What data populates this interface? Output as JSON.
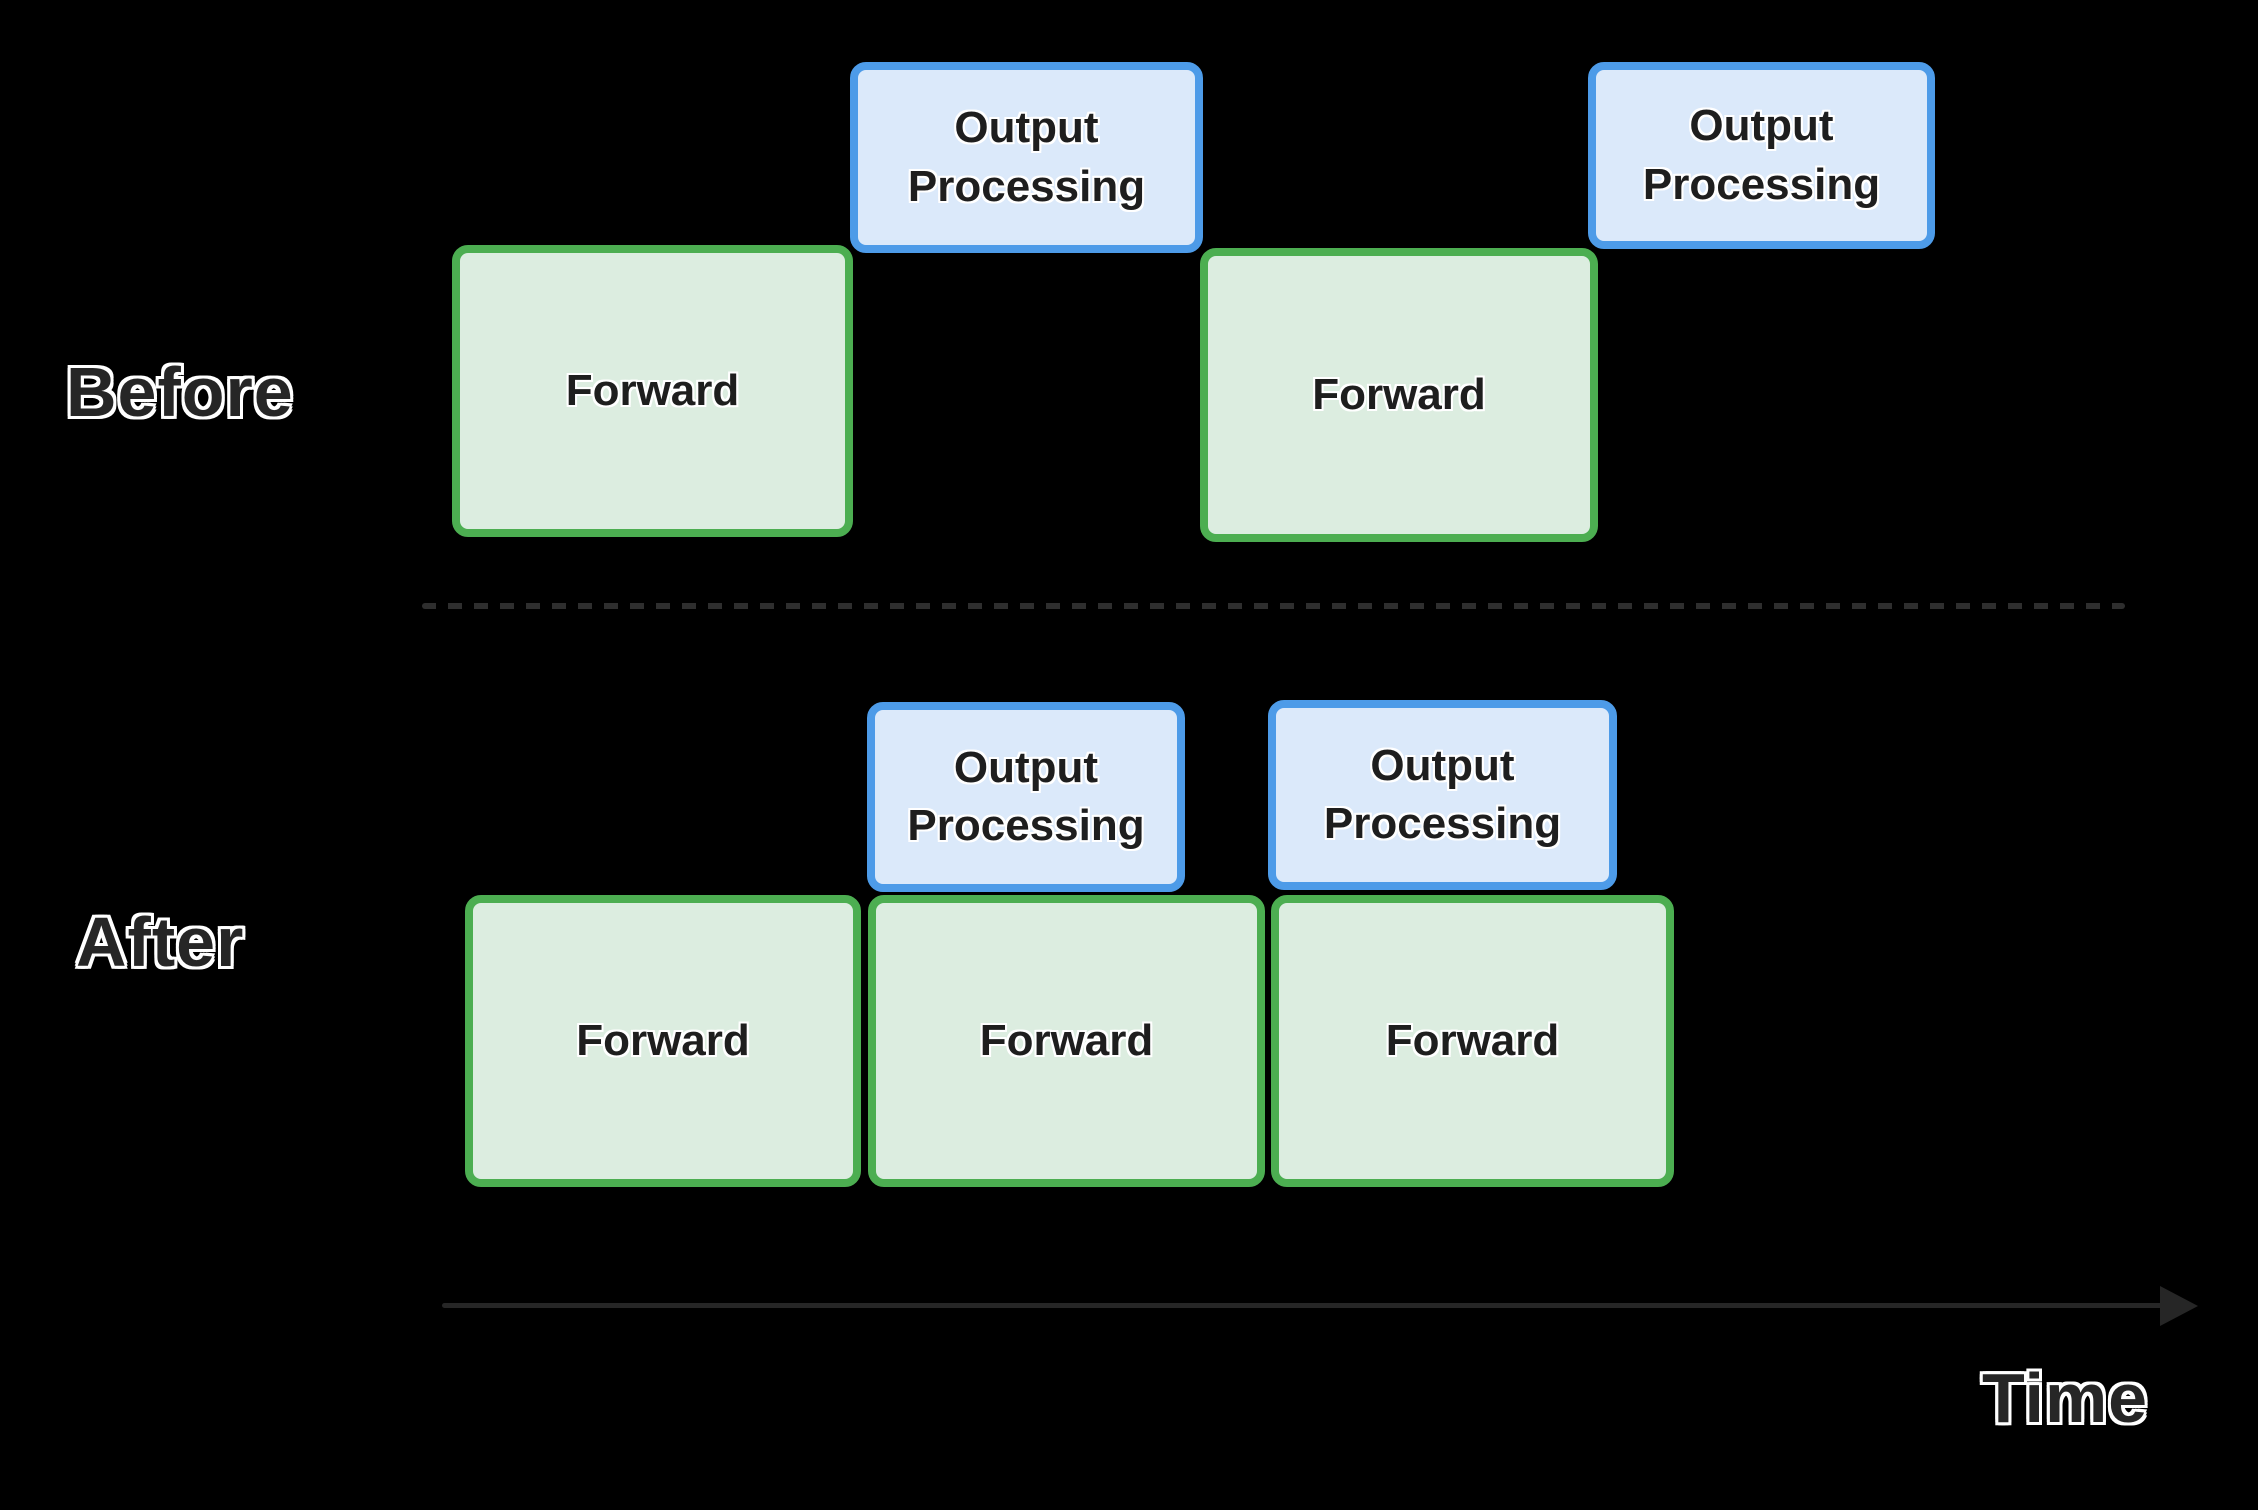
{
  "sections": {
    "before": {
      "label": "Before",
      "blocks": [
        {
          "type": "forward",
          "label": "Forward"
        },
        {
          "type": "output",
          "label": "Output Processing"
        },
        {
          "type": "forward",
          "label": "Forward"
        },
        {
          "type": "output",
          "label": "Output Processing"
        }
      ]
    },
    "after": {
      "label": "After",
      "blocks": [
        {
          "type": "output",
          "label": "Output Processing"
        },
        {
          "type": "output",
          "label": "Output Processing"
        },
        {
          "type": "forward",
          "label": "Forward"
        },
        {
          "type": "forward",
          "label": "Forward"
        },
        {
          "type": "forward",
          "label": "Forward"
        }
      ]
    }
  },
  "axis": {
    "label": "Time"
  },
  "colors": {
    "background": "#000000",
    "forward_fill": "#dcede0",
    "forward_border": "#4cae51",
    "output_fill": "#dbe9fa",
    "output_border": "#4d9be8",
    "divider": "#2e2e2e",
    "arrow": "#262626",
    "label_text": "#262626",
    "block_text": "#1e1e1e"
  }
}
